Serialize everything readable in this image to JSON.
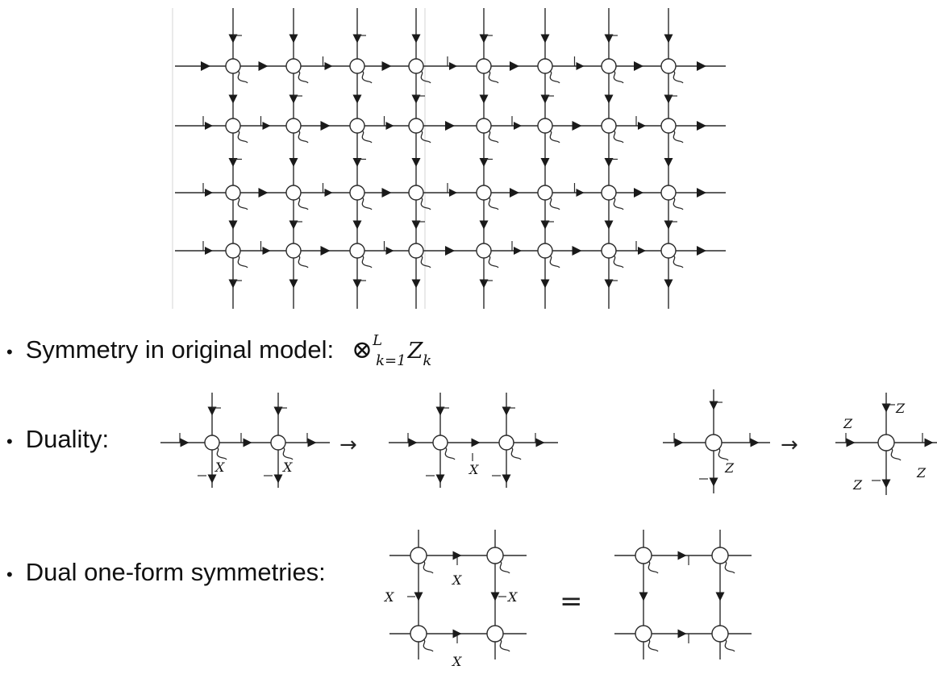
{
  "bullets": {
    "marker": "•",
    "symmetry_label": "Symmetry in original model:",
    "duality_label": "Duality:",
    "one_form_label": "Dual one-form symmetries:"
  },
  "math": {
    "tensor_op": "⊗",
    "upper": "L",
    "lower": "k=1",
    "operator": "Z",
    "operator_sub": "k"
  },
  "diagram_labels": {
    "x": "X",
    "z": "Z",
    "maps_to": "→",
    "equals": "="
  }
}
